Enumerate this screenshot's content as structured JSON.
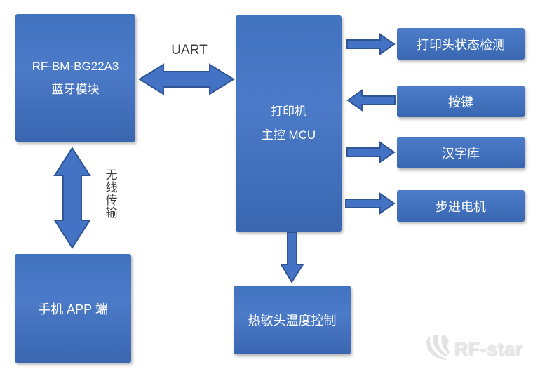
{
  "nodes": {
    "bluetooth_module": {
      "line1": "RF-BM-BG22A3",
      "line2": "蓝牙模块"
    },
    "mcu": {
      "line1": "打印机",
      "line2": "主控 MCU"
    },
    "phone_app": {
      "label": "手机 APP 端"
    },
    "printhead_status": {
      "label": "打印头状态检测"
    },
    "button_keys": {
      "label": "按键"
    },
    "chinese_font_library": {
      "label": "汉字库"
    },
    "stepper_motor": {
      "label": "步进电机"
    },
    "thermal_head_temp_control": {
      "label": "热敏头温度控制"
    }
  },
  "connections": {
    "uart_label": "UART",
    "wireless_label": "无线传输"
  },
  "watermark": {
    "brand": "RF-star"
  },
  "colors": {
    "node_fill_top": "#4273BF",
    "node_fill_bottom": "#3A66B0",
    "arrow_fill": "#4472C4",
    "arrow_outline": "#2F5597",
    "node_text": "#FFFFFF",
    "connection_label_text": "#3D3D3D",
    "watermark_gray": "#E7E7E7",
    "background": "#FFFFFF"
  }
}
